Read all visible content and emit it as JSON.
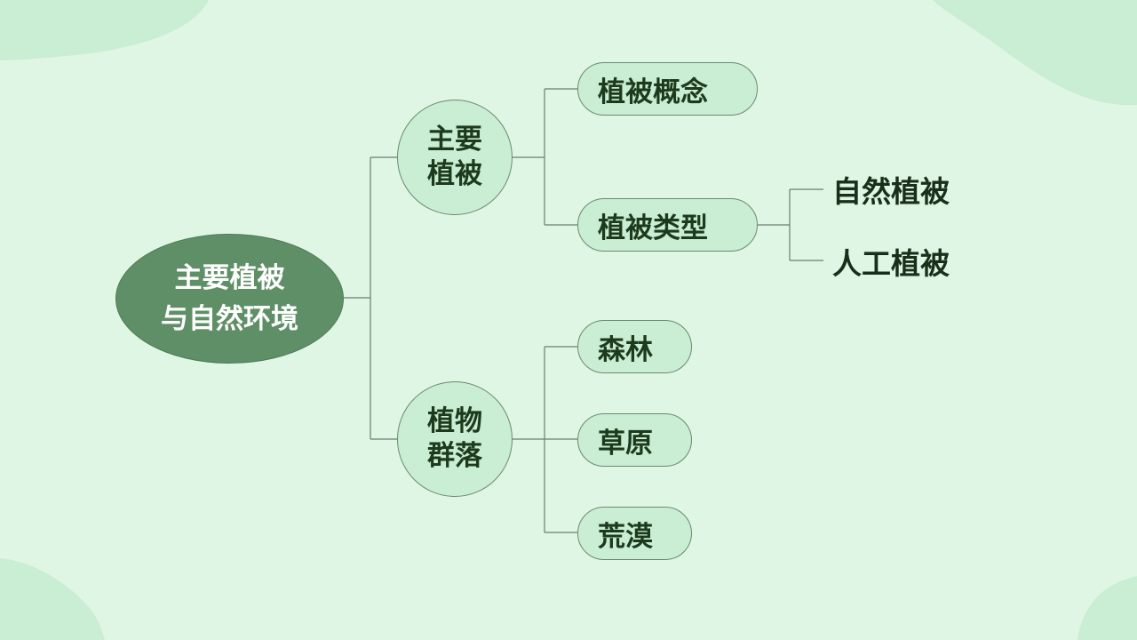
{
  "diagram": {
    "root": {
      "line1": "主要植被",
      "line2": "与自然环境"
    },
    "branch1": {
      "line1": "主要",
      "line2": "植被",
      "children": [
        "植被概念",
        "植被类型"
      ],
      "leaves": [
        "自然植被",
        "人工植被"
      ]
    },
    "branch2": {
      "line1": "植物",
      "line2": "群落",
      "children": [
        "森林",
        "草原",
        "荒漠"
      ]
    }
  },
  "colors": {
    "background": "#e0f6e5",
    "decor_blob": "#c9eed3",
    "root_fill": "#5f8f66",
    "node_fill": "#c9eed3",
    "node_border": "#6a8a70",
    "connector": "#6a7d6e",
    "text_dark": "#1d3a1d",
    "text_light": "#ffffff"
  }
}
